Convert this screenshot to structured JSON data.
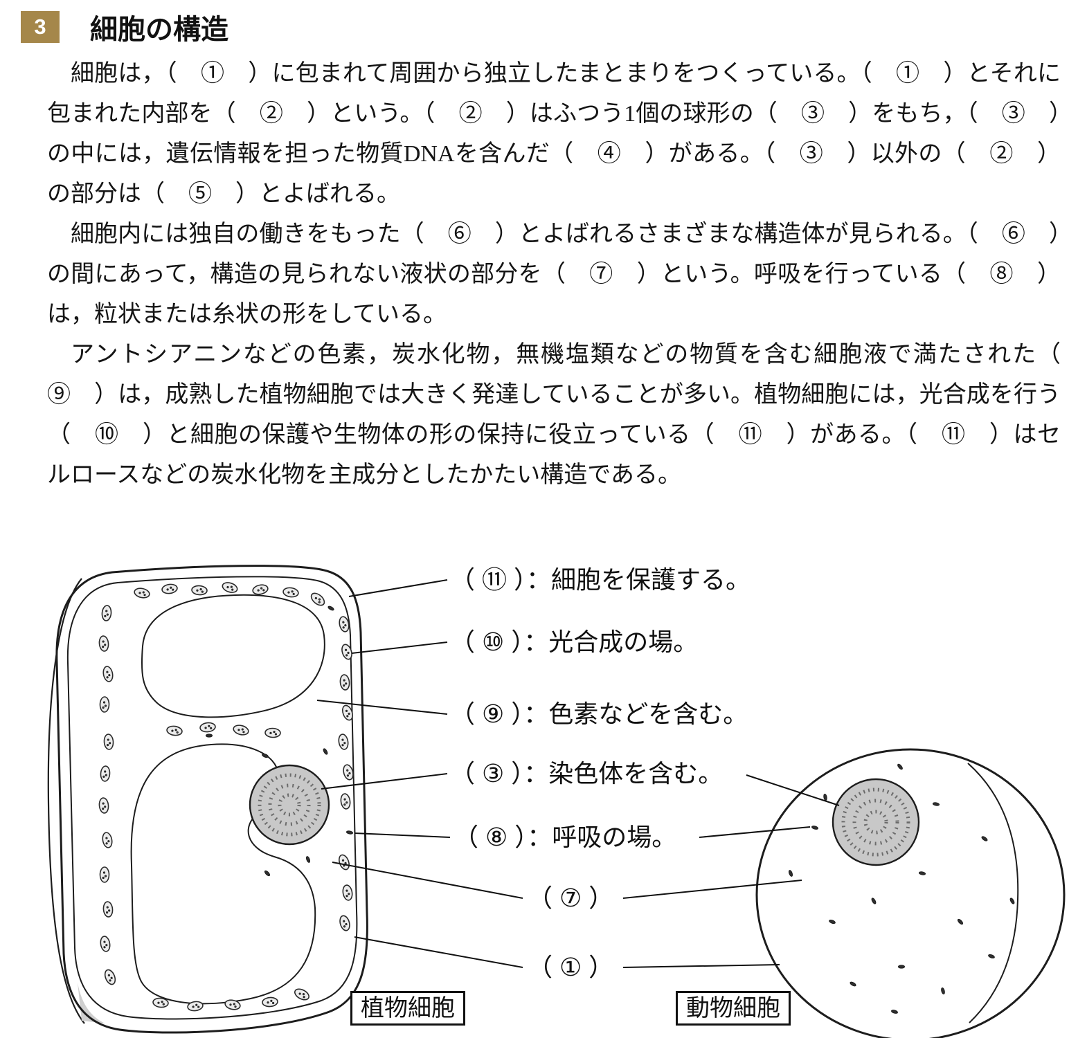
{
  "colors": {
    "badge_bg": "#a5874a",
    "text": "#151515",
    "line": "#111111"
  },
  "header": {
    "number": "3",
    "title": "細胞の構造"
  },
  "paragraphs": [
    "細胞は，（　①　）に包まれて周囲から独立したまとまりをつくっている。（　①　）とそれに包まれた内部を（　②　）という。（　②　）はふつう1個の球形の（　③　）をもち，（　③　）の中には，遺伝情報を担った物質DNAを含んだ（　④　）がある。（　③　）以外の（　②　）の部分は（　⑤　）とよばれる。",
    "細胞内には独自の働きをもった（　⑥　）とよばれるさまざまな構造体が見られる。（　⑥　）の間にあって，構造の見られない液状の部分を（　⑦　）という。呼吸を行っている（　⑧　）は，粒状または糸状の形をしている。",
    "アントシアニンなどの色素，炭水化物，無機塩類などの物質を含む細胞液で満たされた（　⑨　）は，成熟した植物細胞では大きく発達していることが多い。植物細胞には，光合成を行う（　⑩　）と細胞の保護や生物体の形の保持に役立っている（　⑪　）がある。（　⑪　）はセルロースなどの炭水化物を主成分としたかたい構造である。"
  ],
  "diagram": {
    "labels": [
      {
        "ref": "11",
        "text": "（ ⑪ ）：細胞を保護する。"
      },
      {
        "ref": "10",
        "text": "（ ⑩ ）：光合成の場。"
      },
      {
        "ref": "9",
        "text": "（ ⑨ ）：色素などを含む。"
      },
      {
        "ref": "3",
        "text": "（ ③ ）：染色体を含む。"
      },
      {
        "ref": "8",
        "text": "（ ⑧ ）：呼吸の場。"
      },
      {
        "ref": "7",
        "text": "（ ⑦ ）"
      },
      {
        "ref": "1",
        "text": "（ ① ）"
      }
    ],
    "captions": {
      "plant": "植物細胞",
      "animal": "動物細胞"
    }
  }
}
